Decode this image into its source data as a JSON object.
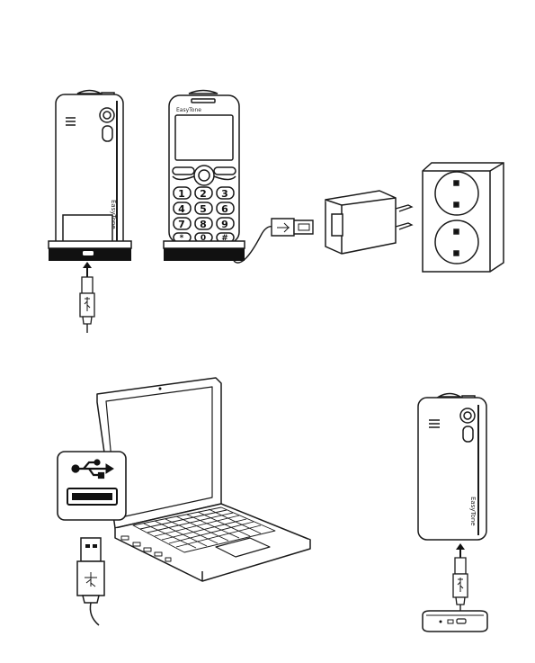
{
  "brand": "EasyTone",
  "keys": [
    "1",
    "2",
    "3",
    "4",
    "5",
    "6",
    "7",
    "8",
    "9",
    "*",
    "0",
    "#"
  ],
  "colors": {
    "line": "#1a1a1a",
    "fill": "#ffffff",
    "dark": "#111111"
  },
  "icons": [
    "usb-symbol-icon",
    "up-arrow-icon",
    "usb-plug-icon",
    "micro-usb-plug-icon"
  ]
}
